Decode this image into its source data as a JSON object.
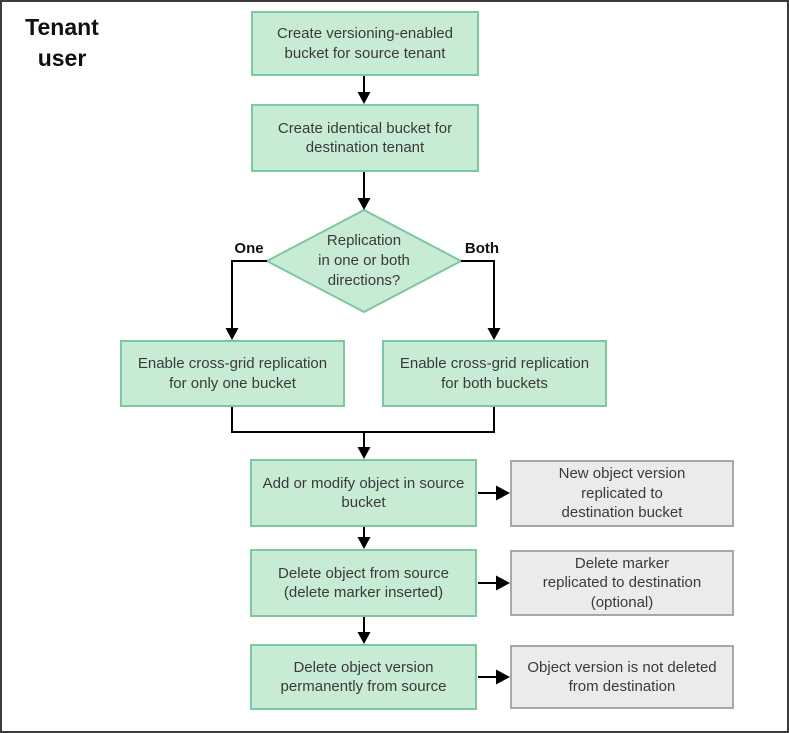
{
  "diagram": {
    "title": "Tenant\nuser",
    "steps": {
      "create_source_bucket": "Create versioning-enabled\nbucket for source tenant",
      "create_destination_bucket": "Create identical bucket for\ndestination tenant",
      "decision": "Replication\nin one or both\ndirections?",
      "branch_one": "One",
      "branch_both": "Both",
      "enable_one_bucket": "Enable cross-grid replication\nfor only one bucket",
      "enable_both_buckets": "Enable cross-grid replication\nfor both buckets",
      "add_or_modify": "Add or modify object in source\nbucket",
      "delete_from_source": "Delete object from source\n(delete marker inserted)",
      "delete_version": "Delete object version\npermanently from source"
    },
    "outcomes": {
      "new_version_replicated": "New object version\nreplicated to\ndestination bucket",
      "delete_marker_replicated": "Delete marker\nreplicated to destination\n(optional)",
      "version_not_deleted": "Object version is not deleted\nfrom destination"
    },
    "colors": {
      "green_fill": "#c8ebd4",
      "green_border": "#7dc8a0",
      "gray_fill": "#ebebeb",
      "gray_border": "#a8a8a8",
      "line": "#000000",
      "frame_border": "#3c3c3c"
    }
  }
}
